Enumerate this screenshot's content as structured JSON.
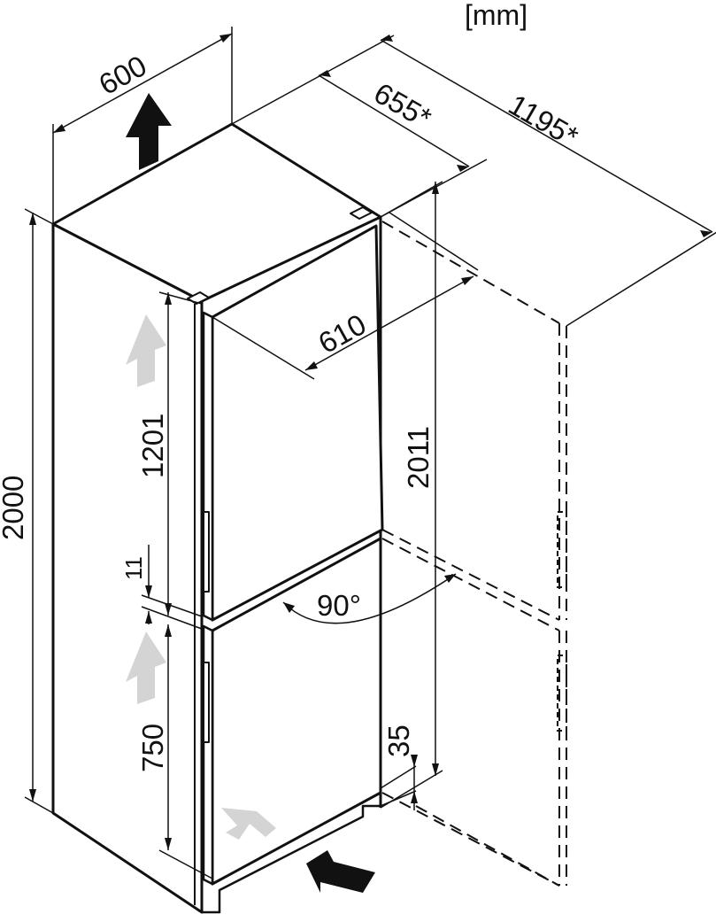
{
  "unit_label": "[mm]",
  "dimensions": {
    "width": "600",
    "depth": "655*",
    "depth_with_door_open": "1195*",
    "door_swing_depth": "610",
    "height": "2000",
    "height_with_hinges": "2011",
    "upper_section": "1201",
    "gap": "11",
    "lower_section": "750",
    "plinth": "35",
    "door_angle": "90°"
  },
  "colors": {
    "line": "#111111",
    "airflow_arrow": "#d4d4d4",
    "direction_arrow": "#111111"
  }
}
